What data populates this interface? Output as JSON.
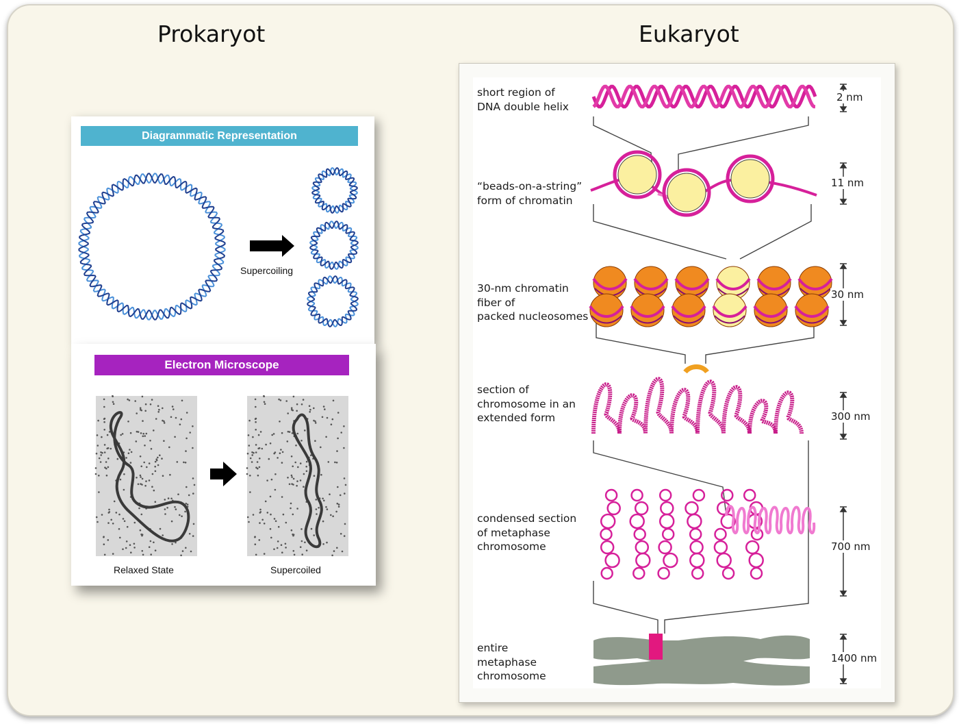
{
  "headings": {
    "prokaryote": "Prokaryot",
    "eukaryote": "Eukaryot"
  },
  "prokaryote": {
    "diagram_banner": "Diagrammatic Representation",
    "supercoiling_label": "Supercoiling",
    "em_banner": "Electron Microscope",
    "relaxed_label": "Relaxed State",
    "supercoiled_label": "Supercoiled"
  },
  "eukaryote": {
    "levels": [
      {
        "label": "short region of\nDNA double helix",
        "scale": "2 nm"
      },
      {
        "label": "“beads-on-a-string”\nform of chromatin",
        "scale": "11 nm"
      },
      {
        "label": "30-nm chromatin\nfiber of\npacked nucleosomes",
        "scale": "30 nm"
      },
      {
        "label": "section of\nchromosome in an\nextended form",
        "scale": "300 nm"
      },
      {
        "label": "condensed section\nof metaphase\nchromosome",
        "scale": "700 nm"
      },
      {
        "label": "entire\nmetaphase\nchromosome",
        "scale": "1400 nm"
      }
    ]
  },
  "colors": {
    "banner_diagram": "#4fb3cf",
    "banner_em": "#a623bf",
    "dna_dark": "#1f3f8f",
    "dna_light": "#4a90d9",
    "chromatin_magenta": "#d6209a",
    "nucleosome_yellow": "#fbf0a0",
    "nucleosome_orange": "#f08a20",
    "chromosome_gray": "#8f9a8c"
  }
}
